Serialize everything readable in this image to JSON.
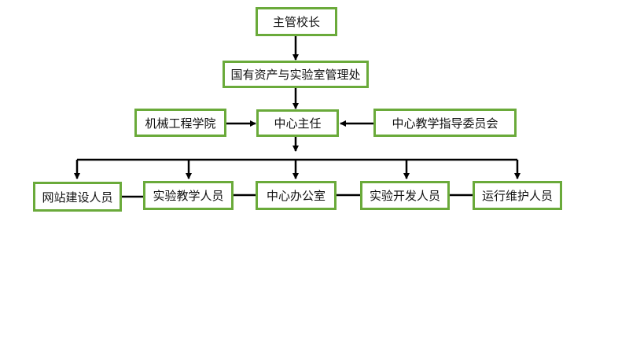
{
  "colors": {
    "box_border": "#6aaa3a",
    "line": "#000000",
    "text": "#111111"
  },
  "nodes": {
    "principal": "主管校长",
    "assets_office": "国有资产与实验室管理处",
    "director": "中心主任",
    "mech_school": "机械工程学院",
    "steering_committee": "中心教学指导委员会",
    "web_staff": "网站建设人员",
    "teaching_staff": "实验教学人员",
    "center_office": "中心办公室",
    "dev_staff": "实验开发人员",
    "maint_staff": "运行维护人员"
  }
}
